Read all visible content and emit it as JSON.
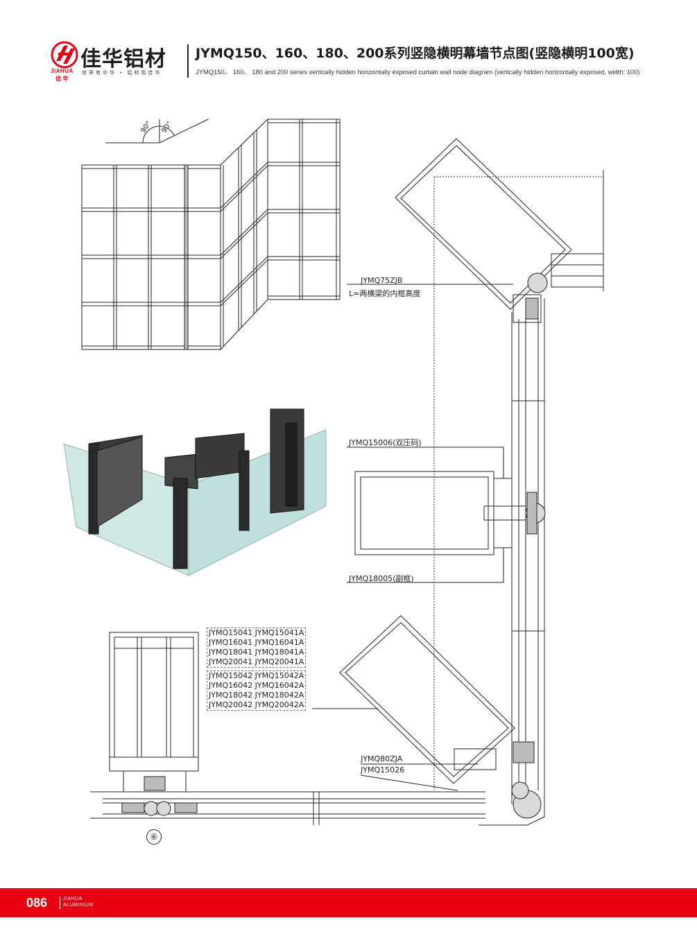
{
  "header": {
    "brand_cn": "佳华铝材",
    "brand_en": "JIAHUA",
    "brand_cn_small": "佳 华",
    "slogan": "世界有中华 • 铝材用佳华",
    "title_cn": "JYMQ150、160、180、200系列竖隐横明幕墙节点图(竖隐横明100宽)",
    "title_en": "JYMQ150、 160、 180 and 200 series vertically hidden horizontally exposed curtain wall node diagram (vertically hidden horizontally exposed, width: 100)"
  },
  "angles": {
    "left": "90°",
    "right": "90°"
  },
  "labels": {
    "zjb_code": "JYMQ75ZJB",
    "zjb_note": "L=两横梁的内框高度",
    "pressure_code": "JYMQ15006(双压码)",
    "subframe_code": "JYMQ18005(副框)",
    "zja_code": "JYMQ80ZJA",
    "bottom_code": "JYMQ15026"
  },
  "profile_list_a": [
    "JYMQ15041 JYMQ15041A",
    "JYMQ16041 JYMQ16041A",
    "JYMQ18041 JYMQ18041A",
    "JYMQ20041 JYMQ20041A"
  ],
  "profile_list_b": [
    "JYMQ15042 JYMQ15042A",
    "JYMQ16042 JYMQ16042A",
    "JYMQ18042 JYMQ18042A",
    "JYMQ20042 JYMQ20042A"
  ],
  "detail_number": "⑥",
  "footer": {
    "page_number": "086",
    "brand_line1": "JIAHUA",
    "brand_line2": "ALUMINIUM"
  },
  "colors": {
    "brand_red": "#e60012",
    "line": "#231f20",
    "dark_profile": "#2b2b2b",
    "glass": "#bfe0dc"
  }
}
